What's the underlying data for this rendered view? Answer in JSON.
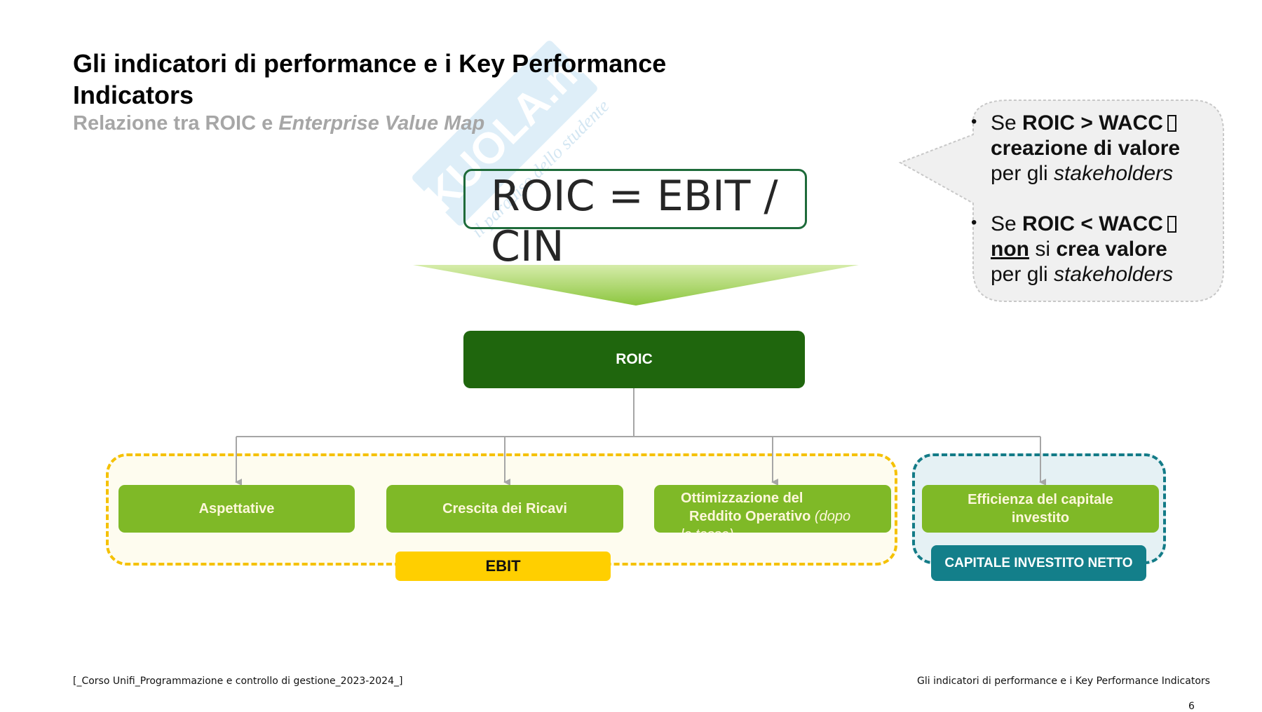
{
  "slide": {
    "title": "Gli indicatori di performance e i Key Performance Indicators",
    "subtitle_plain": "Relazione tra ROIC e ",
    "subtitle_italic": "Enterprise Value Map",
    "watermark": {
      "brand": "SKUOLA.net",
      "tagline": "il paradiso dello studente"
    }
  },
  "formula": {
    "text": "ROIC = EBIT / CIN"
  },
  "diagram": {
    "root": {
      "label": "ROIC"
    },
    "drivers": [
      {
        "label": "Aspettative"
      },
      {
        "label": "Crescita dei Ricavi"
      },
      {
        "label_line1": "Ottimizzazione del",
        "label_line2_bold": "Reddito  Operativo",
        "label_line2_italic": " (dopo",
        "label_line3": "le tasse)"
      },
      {
        "label": "Efficienza del capitale investito"
      }
    ],
    "groups": [
      {
        "label": "EBIT",
        "color": "#ffcf00",
        "border_color": "#f5c100"
      },
      {
        "label": "CAPITALE INVESTITO NETTO",
        "color": "#137f8a",
        "border_color": "#137b87"
      }
    ],
    "colors": {
      "root": "#1f660d",
      "driver": "#7fb927",
      "connector": "#a6a6a6"
    }
  },
  "callout": {
    "bullets": [
      {
        "prefix": "Se ",
        "condition": "ROIC > WACC",
        "result_bold": "creazione di valore",
        "tail_plain": "per gli ",
        "tail_italic": "stakeholders"
      },
      {
        "prefix": "Se ",
        "condition": "ROIC < WACC",
        "result_underline": "non",
        "middle": " si ",
        "result_bold": "crea valore",
        "tail_plain": "per gli ",
        "tail_italic": "stakeholders"
      }
    ]
  },
  "footer": {
    "left": "[_Corso Unifi_Programmazione e controllo di gestione_2023-2024_]",
    "right": "Gli indicatori di performance e i Key Performance Indicators",
    "page_number": "6"
  }
}
